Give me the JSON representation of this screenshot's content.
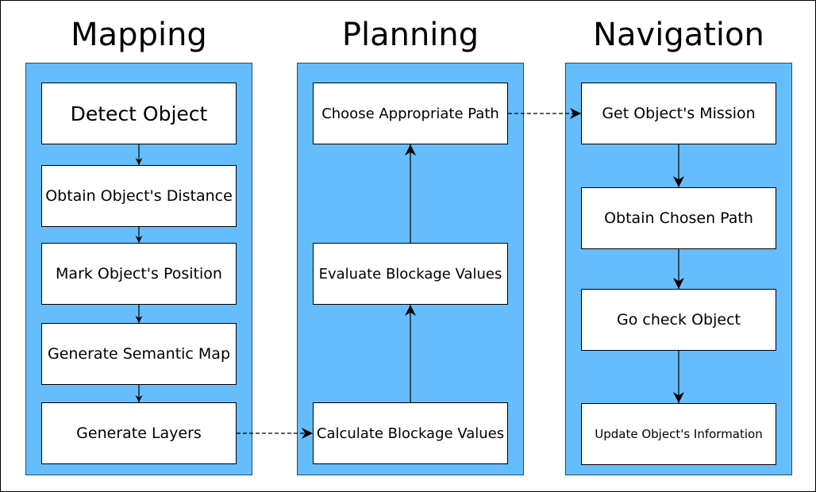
{
  "columns": [
    {
      "title": "Mapping",
      "steps": [
        "Detect Object",
        "Obtain Object's Distance",
        "Mark Object's Position",
        "Generate Semantic Map",
        "Generate Layers"
      ]
    },
    {
      "title": "Planning",
      "steps": [
        "Choose Appropriate Path",
        "Evaluate Blockage Values",
        "Calculate Blockage Values"
      ]
    },
    {
      "title": "Navigation",
      "steps": [
        "Get Object's Mission",
        "Obtain Chosen Path",
        "Go check Object",
        "Update Object's Information"
      ]
    }
  ],
  "colors": {
    "panel": "#66bdfc",
    "box": "#ffffff",
    "line": "#000000"
  }
}
